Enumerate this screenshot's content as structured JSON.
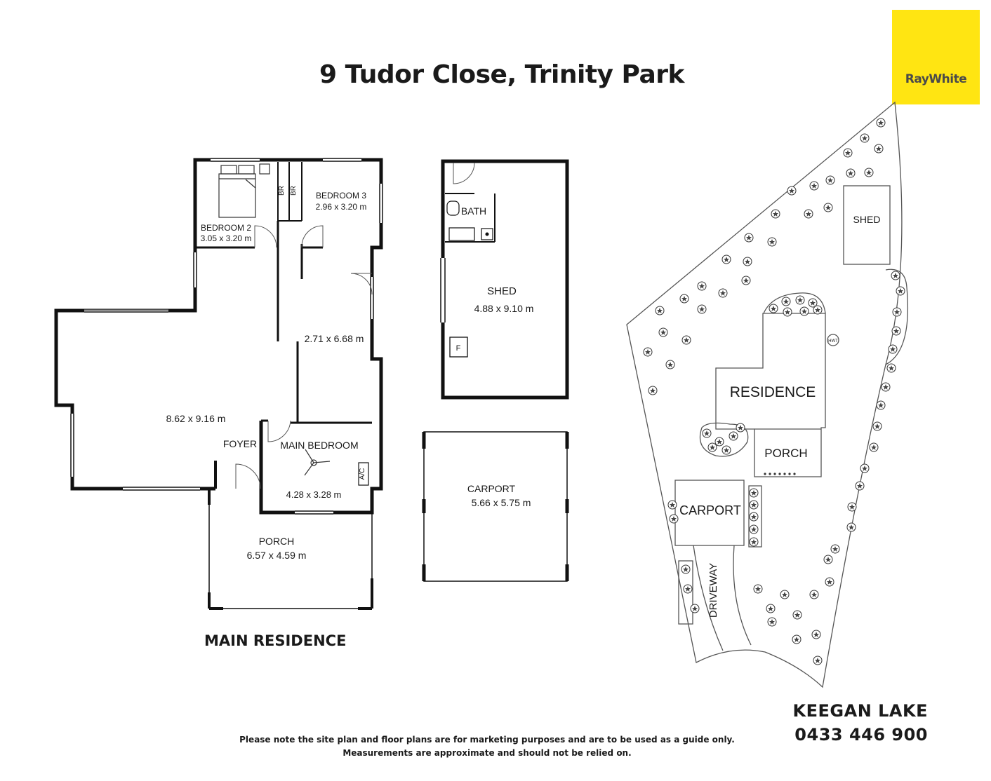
{
  "title": "9 Tudor Close, Trinity Park",
  "logo": {
    "text": "RayWhite",
    "color": "#ffe512"
  },
  "floor_plan": {
    "caption": "MAIN RESIDENCE",
    "rooms": {
      "bedroom2": {
        "name": "BEDROOM 2",
        "size": "3.05 x 3.20 m"
      },
      "bedroom3": {
        "name": "BEDROOM 3",
        "size": "2.96 x 3.20 m"
      },
      "br_left": "BR",
      "br_right": "BR",
      "hall": {
        "size": "2.71 x 6.68 m"
      },
      "living": {
        "size": "8.62 x 9.16 m"
      },
      "foyer": "FOYER",
      "main_bedroom": {
        "name": "MAIN BEDROOM",
        "size": "4.28 x 3.28 m"
      },
      "ac": "A/C",
      "porch": {
        "name": "PORCH",
        "size": "6.57 x 4.59 m"
      }
    },
    "shed": {
      "name": "SHED",
      "size": "4.88 x 9.10 m",
      "bath": "BATH",
      "f": "F"
    },
    "carport": {
      "name": "CARPORT",
      "size": "5.66 x 5.75 m"
    }
  },
  "site_plan": {
    "shed": "SHED",
    "residence": "RESIDENCE",
    "porch": "PORCH",
    "carport": "CARPORT",
    "driveway": "DRIVEWAY",
    "hwt": "HWT"
  },
  "agent": {
    "name": "KEEGAN LAKE",
    "phone": "0433 446 900"
  },
  "disclaimer": {
    "line1": "Please note the site plan and floor plans are for marketing purposes and are to be used as a guide only.",
    "line2": "Measurements are approximate and should not be relied on."
  }
}
